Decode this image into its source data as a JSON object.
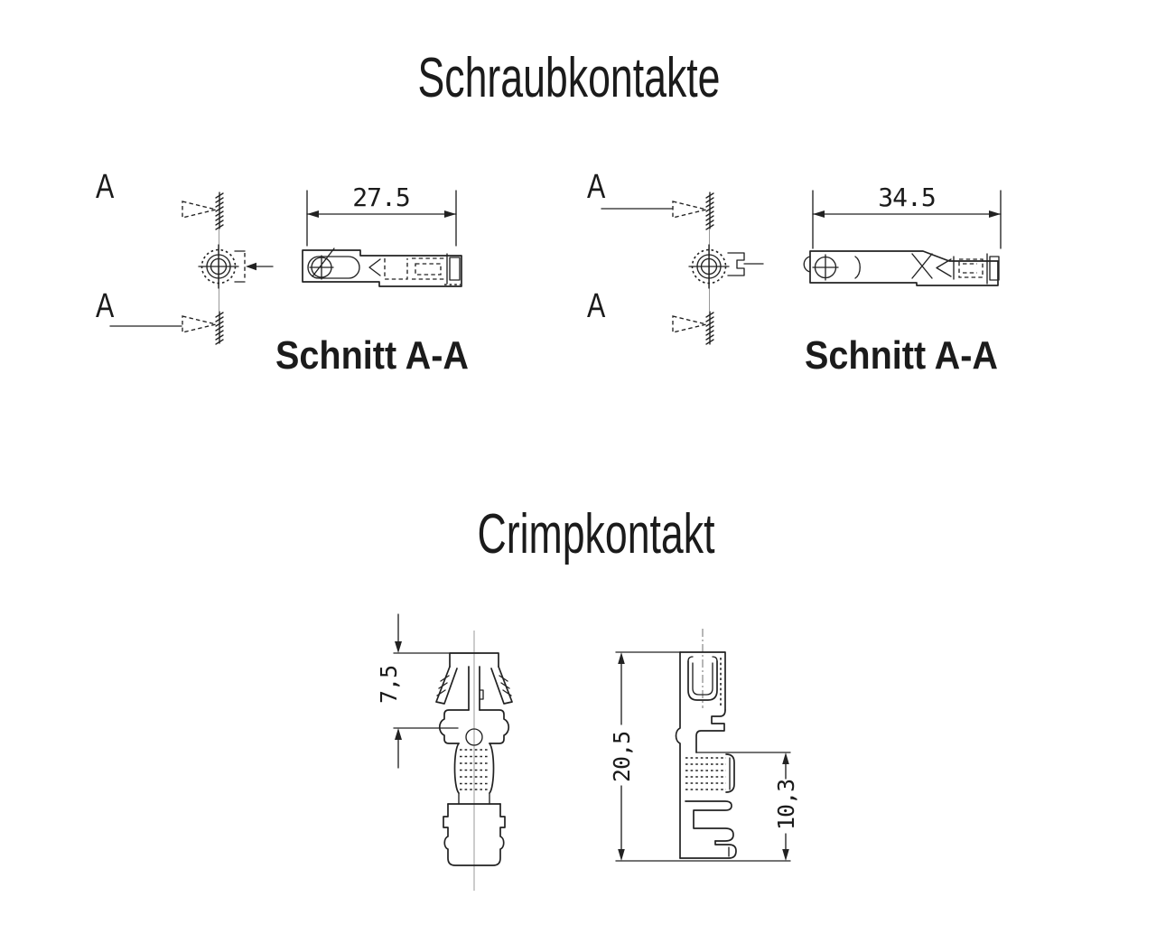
{
  "page": {
    "background": "#ffffff",
    "ink": "#1f1f1f"
  },
  "screw_contacts": {
    "title": "Schraubkontakte",
    "variants": [
      {
        "section_label_top": "A",
        "section_label_bottom": "A",
        "length_dimension": "27.5",
        "caption": "Schnitt A-A"
      },
      {
        "section_label_top": "A",
        "section_label_bottom": "A",
        "length_dimension": "34.5",
        "caption": "Schnitt A-A"
      }
    ]
  },
  "crimp_contact": {
    "title": "Crimpkontakt",
    "dimensions": {
      "lance_height": "7,5",
      "total_length": "20,5",
      "crimp_zone_length": "10,3"
    }
  }
}
